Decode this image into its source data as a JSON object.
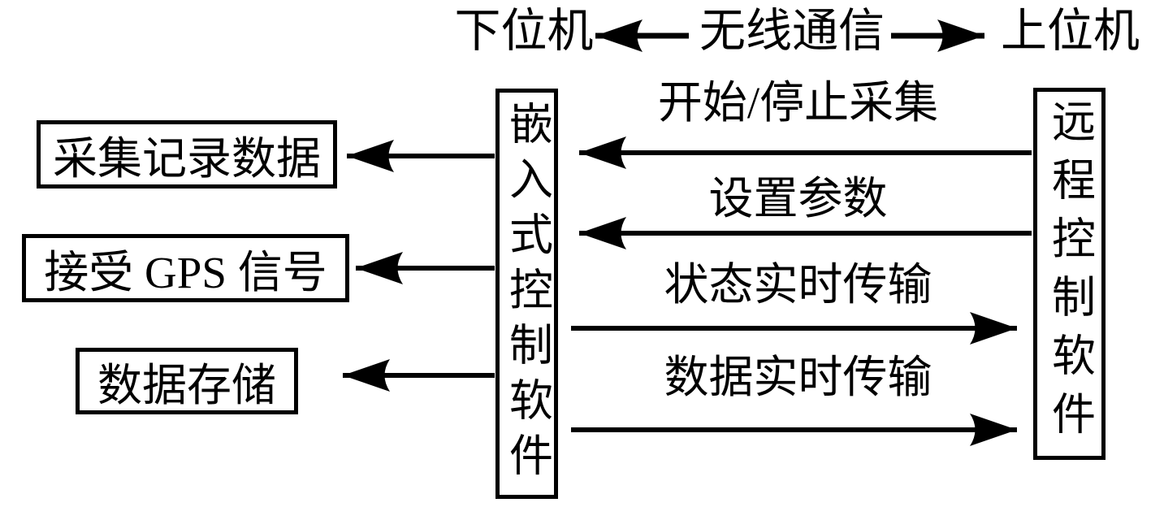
{
  "diagram": {
    "title": "wireless-communication-architecture",
    "header": {
      "left": "下位机",
      "center": "无线通信",
      "right": "上位机"
    },
    "left_boxes": [
      {
        "label": "采集记录数据"
      },
      {
        "label": "接受 GPS 信号"
      },
      {
        "label": "数据存储"
      }
    ],
    "center_box": {
      "label": "嵌入式控制软件"
    },
    "right_box": {
      "label": "远程控制软件"
    },
    "links": [
      {
        "label": "开始/停止采集",
        "direction": "right-to-center"
      },
      {
        "label": "设置参数",
        "direction": "right-to-center"
      },
      {
        "label": "状态实时传输",
        "direction": "center-to-right"
      },
      {
        "label": "数据实时传输",
        "direction": "center-to-right"
      }
    ],
    "colors": {
      "ink": "#000000",
      "background": "#ffffff"
    }
  }
}
